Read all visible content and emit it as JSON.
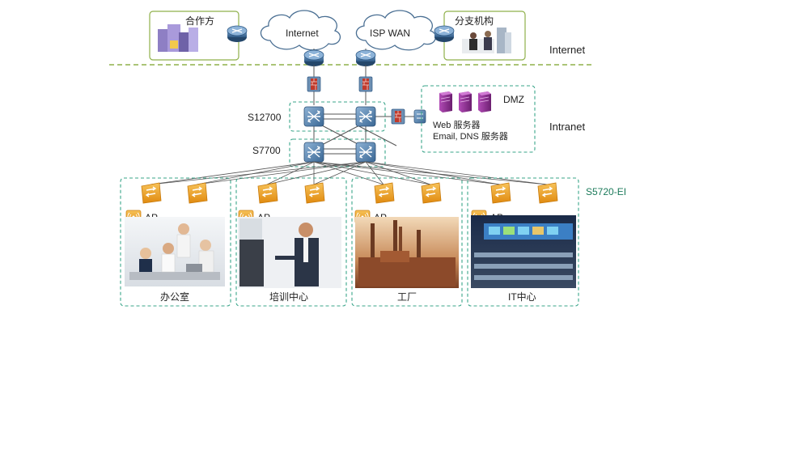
{
  "zones": {
    "internet_label": "Internet",
    "intranet_label": "Intranet"
  },
  "top": {
    "partner_label": "合作方",
    "branch_label": "分支机构",
    "cloud_internet_label": "Internet",
    "cloud_isp_label": "ISP WAN"
  },
  "core": {
    "s12700_label": "S12700",
    "s7700_label": "S7700"
  },
  "dmz": {
    "title": "DMZ",
    "line1": "Web 服务器",
    "line2": "Email, DNS 服务器"
  },
  "access": {
    "s5720_label": "S5720-EI",
    "ap_label": "AP"
  },
  "areas": [
    {
      "label": "办公室"
    },
    {
      "label": "培训中心"
    },
    {
      "label": "工厂"
    },
    {
      "label": "IT中心"
    }
  ],
  "colors": {
    "accent_green": "#3aa58a",
    "zone_divider": "#8fb04a",
    "switch_orange": "#f0a21c",
    "router_blue": "#3f6f9e",
    "server_purple": "#8a2a8e",
    "firewall_red": "#c0392b",
    "label_green": "#1b7a5a"
  },
  "icons": {
    "router": "router-icon",
    "core_switch": "core-switch-icon",
    "firewall": "firewall-icon",
    "access_switch": "access-switch-icon",
    "ap": "wireless-ap-icon",
    "server": "server-icon",
    "cloud": "cloud-icon"
  }
}
